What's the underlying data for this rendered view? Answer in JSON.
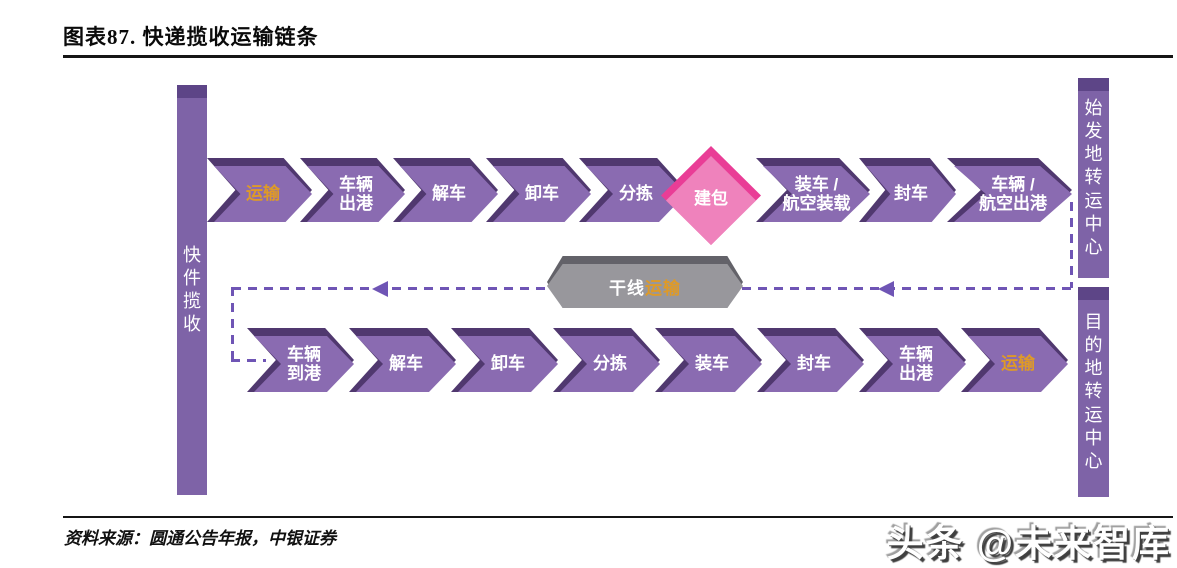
{
  "title": "图表87. 快递揽收运输链条",
  "source_note": "资料来源：圆通公告年报，中银证券",
  "watermark": "头条 @未来智库",
  "colors": {
    "arrow_face": "#8A6BB1",
    "arrow_depth": "#50386F",
    "bar_face": "#7E63A7",
    "bar_cap": "#5D4587",
    "diamond_face": "#EF82BC",
    "diamond_depth": "#E93D96",
    "hex_face": "#98979C",
    "hex_depth": "#636269",
    "accent_orange": "#DE9A28",
    "dash_purple": "#6F55B5"
  },
  "pickup_bar": {
    "label": "快件揽收"
  },
  "origin_hub_bar": {
    "label": "始发地转运中心"
  },
  "dest_hub_bar": {
    "label": "目的地转运中心"
  },
  "top_row": [
    {
      "label": "运输"
    },
    {
      "label": "车辆\n出港"
    },
    {
      "label": "解车"
    },
    {
      "label": "卸车"
    },
    {
      "label": "分拣"
    },
    {
      "label": "建包",
      "shape": "diamond"
    },
    {
      "label": "装车 /\n航空装载"
    },
    {
      "label": "封车"
    },
    {
      "label": "车辆 /\n航空出港"
    }
  ],
  "trunk": {
    "label": "干线",
    "label_accent": "运输"
  },
  "bottom_row": [
    {
      "label": "车辆\n到港"
    },
    {
      "label": "解车"
    },
    {
      "label": "卸车"
    },
    {
      "label": "分拣"
    },
    {
      "label": "装车"
    },
    {
      "label": "封车"
    },
    {
      "label": "车辆\n出港"
    },
    {
      "label": "运输"
    }
  ]
}
